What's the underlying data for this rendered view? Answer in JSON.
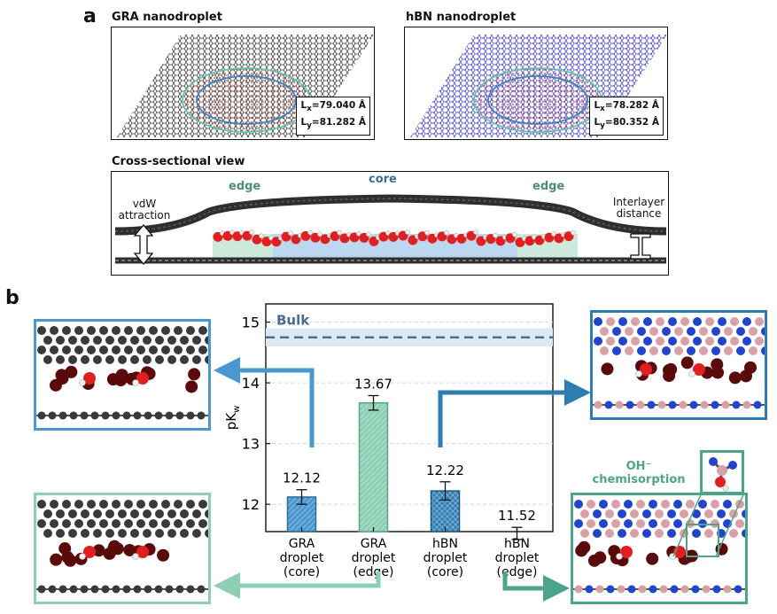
{
  "panel_a": {
    "letter": "a",
    "gra_title": "GRA nanodroplet",
    "hbn_title": "hBN nanodroplet",
    "gra_lx": "79.040 Å",
    "gra_ly": "81.282 Å",
    "hbn_lx": "78.282 Å",
    "hbn_ly": "80.352 Å",
    "cross_title": "Cross-sectional view",
    "core_label": "core",
    "edge_label": "edge",
    "vdw_line1": "vdW",
    "vdw_line2": "attraction",
    "interlayer_line1": "Interlayer",
    "interlayer_line2": "distance"
  },
  "panel_b": {
    "letter": "b",
    "oh_line1": "OH⁻",
    "oh_line2": "chemisorption"
  },
  "colors": {
    "gra_core": "#4a98cf",
    "gra_edge": "#8ecfb4",
    "hbn_core": "#2e7db2",
    "hbn_edge": "#4ea48a",
    "bulk": "#4a6b8e",
    "carbon": "#3a3a3a",
    "boron": "#d9a0a8",
    "nitrogen": "#2244cc",
    "oxygen": "#e02020",
    "hydrogen": "#f0f0f0"
  },
  "chart_data": {
    "type": "bar",
    "categories": [
      "GRA\ndroplet\n(core)",
      "GRA\ndroplet\n(edge)",
      "hBN\ndroplet\n(core)",
      "hBN\ndroplet\n(edge)"
    ],
    "values": [
      12.12,
      13.67,
      12.22,
      11.52
    ],
    "errors": [
      0.12,
      0.12,
      0.15,
      0.1
    ],
    "value_labels": [
      "12.12",
      "13.67",
      "12.22",
      "11.52"
    ],
    "ylabel": "pK_w",
    "ylim": [
      11.55,
      15.3
    ],
    "yticks": [
      12,
      13,
      14,
      15
    ],
    "bulk_value": 14.75,
    "bulk_band": [
      14.6,
      14.9
    ],
    "bulk_label": "Bulk",
    "grid": true
  }
}
